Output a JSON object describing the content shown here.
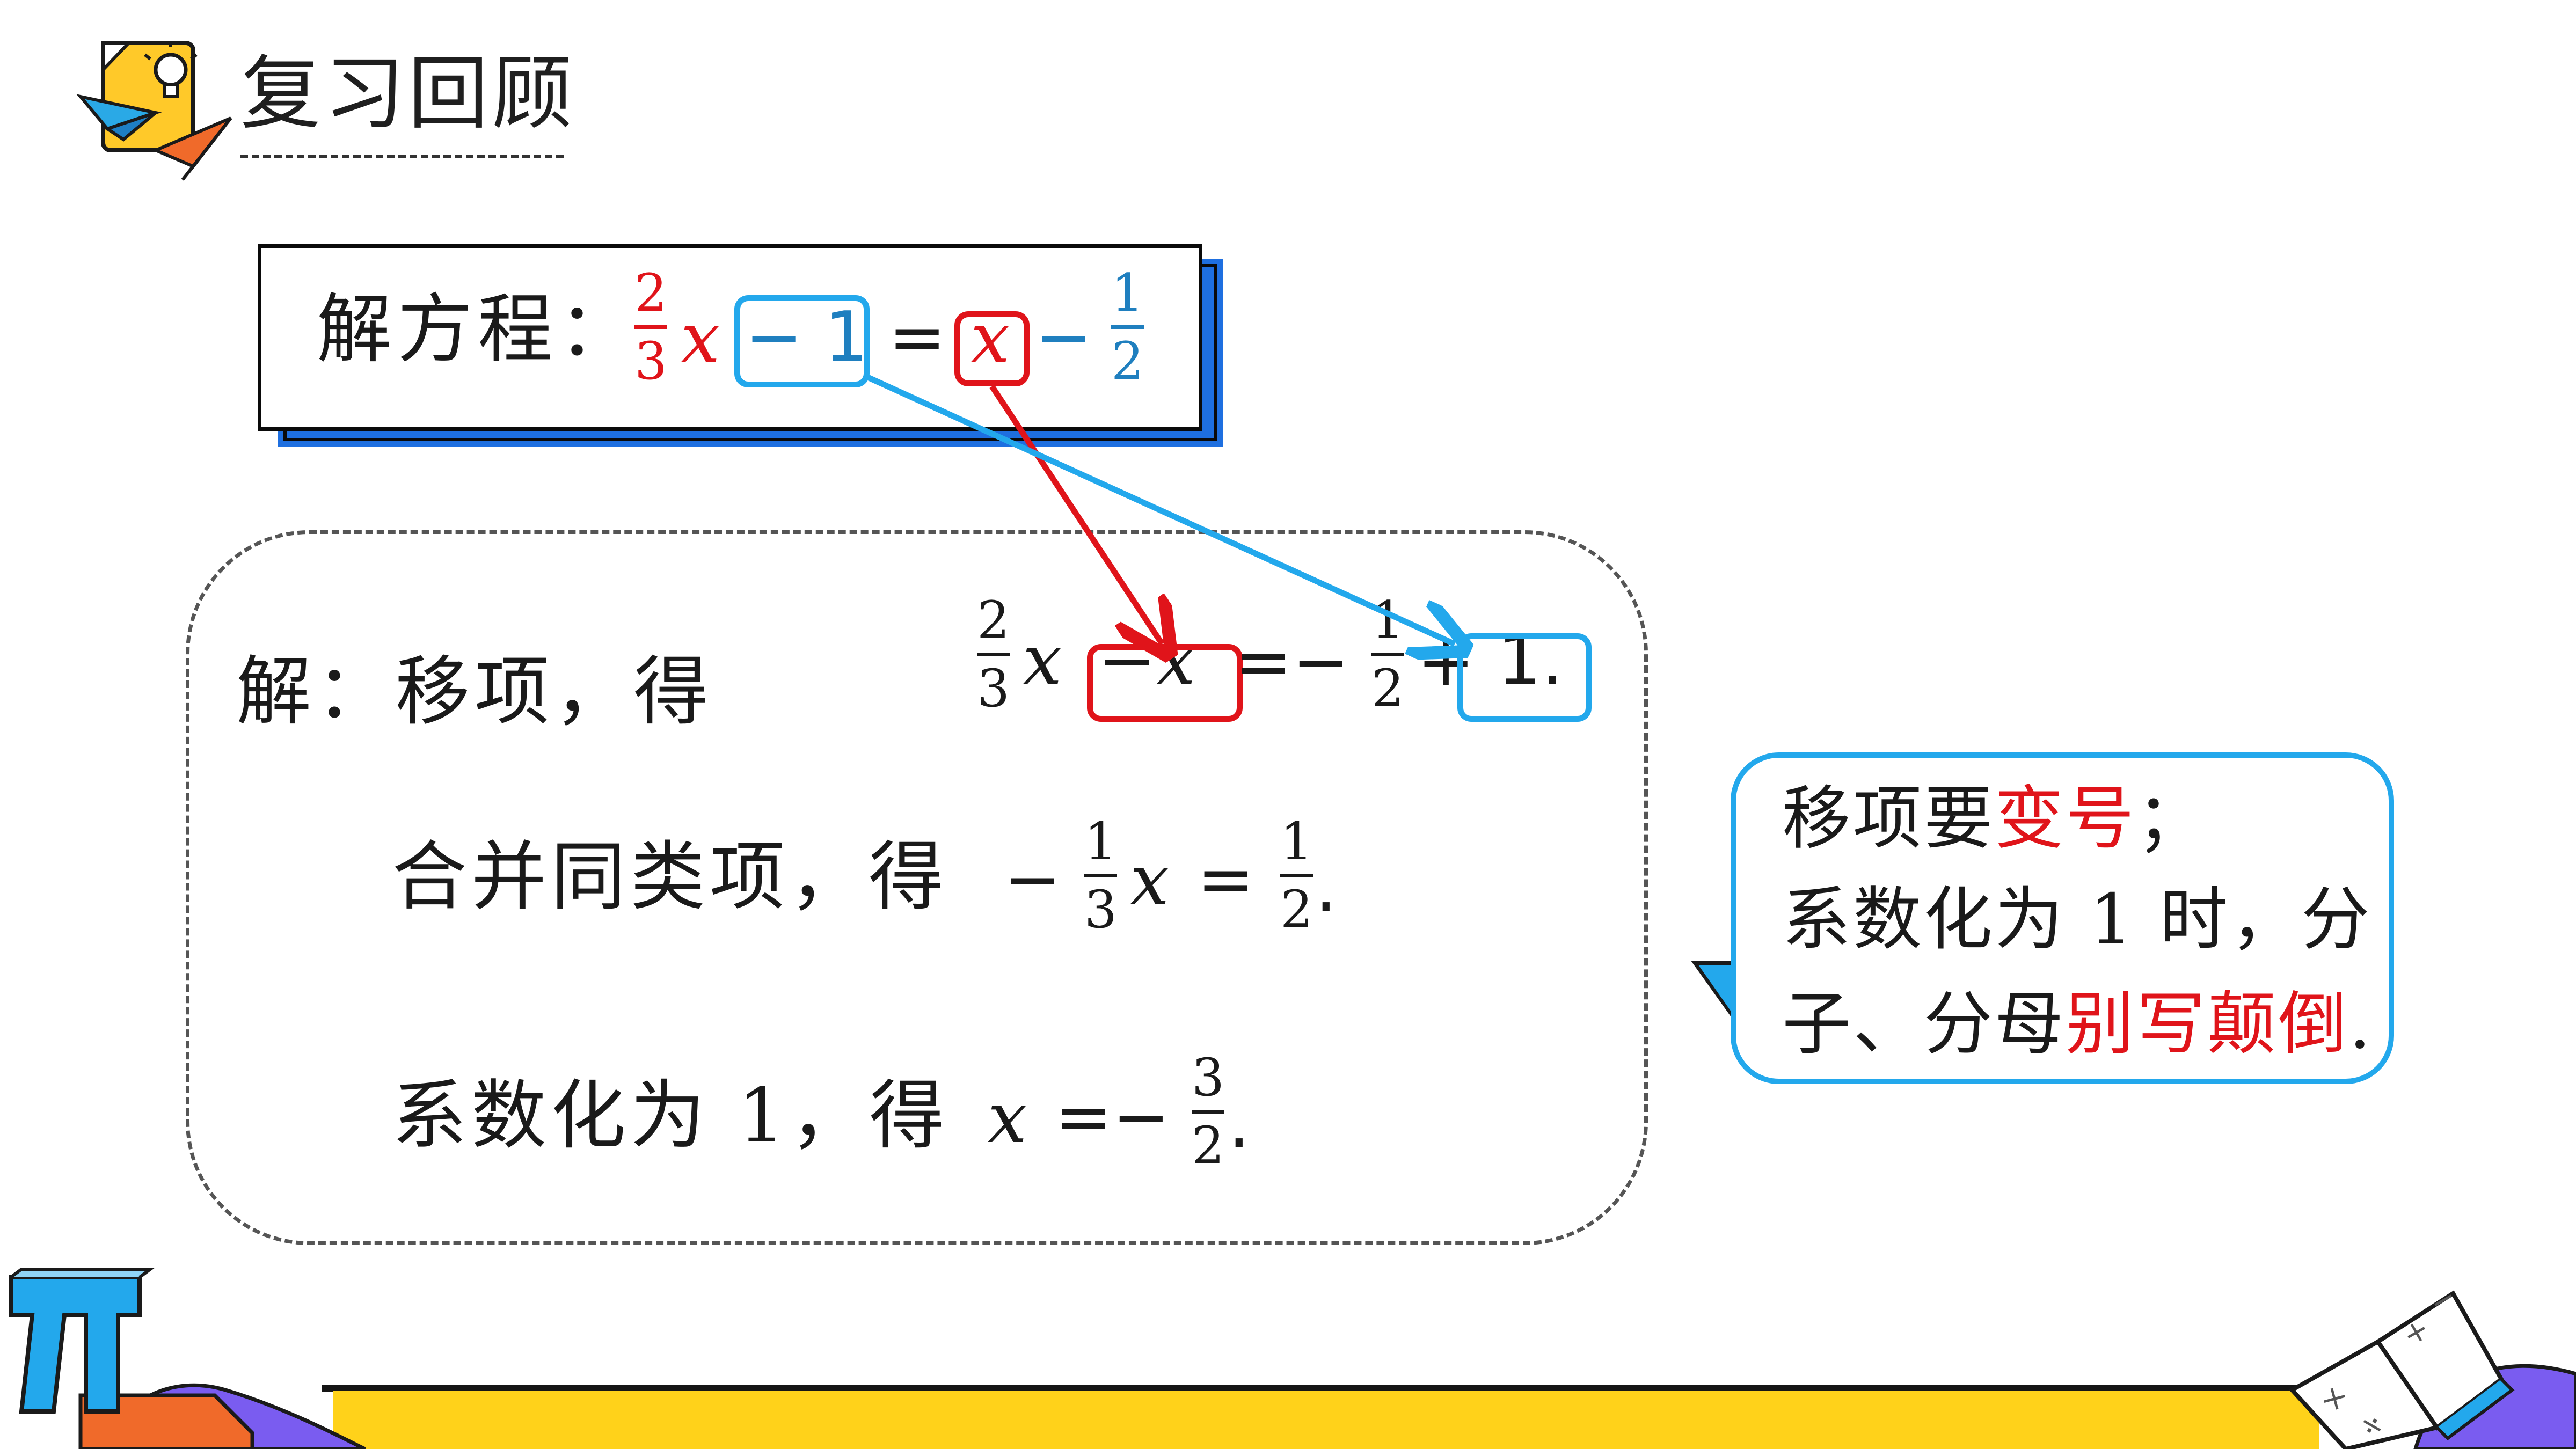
{
  "heading": {
    "title": "复习回顾"
  },
  "problem": {
    "label": "解方程：",
    "lhs_frac": {
      "num": "2",
      "den": "3"
    },
    "lhs_var": "x",
    "lhs_term": "− 1",
    "equals": "=",
    "rhs_var": "x",
    "rhs_minus": "−",
    "rhs_frac": {
      "num": "1",
      "den": "2"
    }
  },
  "solution": {
    "step1": {
      "label": "解：移项，得",
      "frac1": {
        "num": "2",
        "den": "3"
      },
      "var1": "x",
      "moved_term": "−x",
      "equals_minus": "=−",
      "frac2": {
        "num": "1",
        "den": "2"
      },
      "plus": "+",
      "moved_const": "1.",
      "const_period": ""
    },
    "step2": {
      "label": "合并同类项，得",
      "minus": "−",
      "frac1": {
        "num": "1",
        "den": "3"
      },
      "var": "x",
      "equals": "=",
      "frac2": {
        "num": "1",
        "den": "2"
      },
      "period": "."
    },
    "step3": {
      "label": "系数化为 1，得",
      "var": "x",
      "equals_minus": "=−",
      "frac": {
        "num": "3",
        "den": "2"
      },
      "period": "."
    }
  },
  "callout": {
    "line1_a": "移项要",
    "line1_b": "变号",
    "line1_c": "；",
    "line2": "系数化为 1 时，分",
    "line3_a": "子、分母",
    "line3_b": "别写颠倒",
    "line3_c": "."
  },
  "colors": {
    "red": "#e0141a",
    "blue": "#23a8ec",
    "dark_blue": "#1e6fe0",
    "yellow": "#ffd21a",
    "purple": "#7a5cf0"
  },
  "icons": [
    "lightbulb-note-icon",
    "paper-plane-icon",
    "pi-symbol-icon",
    "open-book-icon"
  ]
}
